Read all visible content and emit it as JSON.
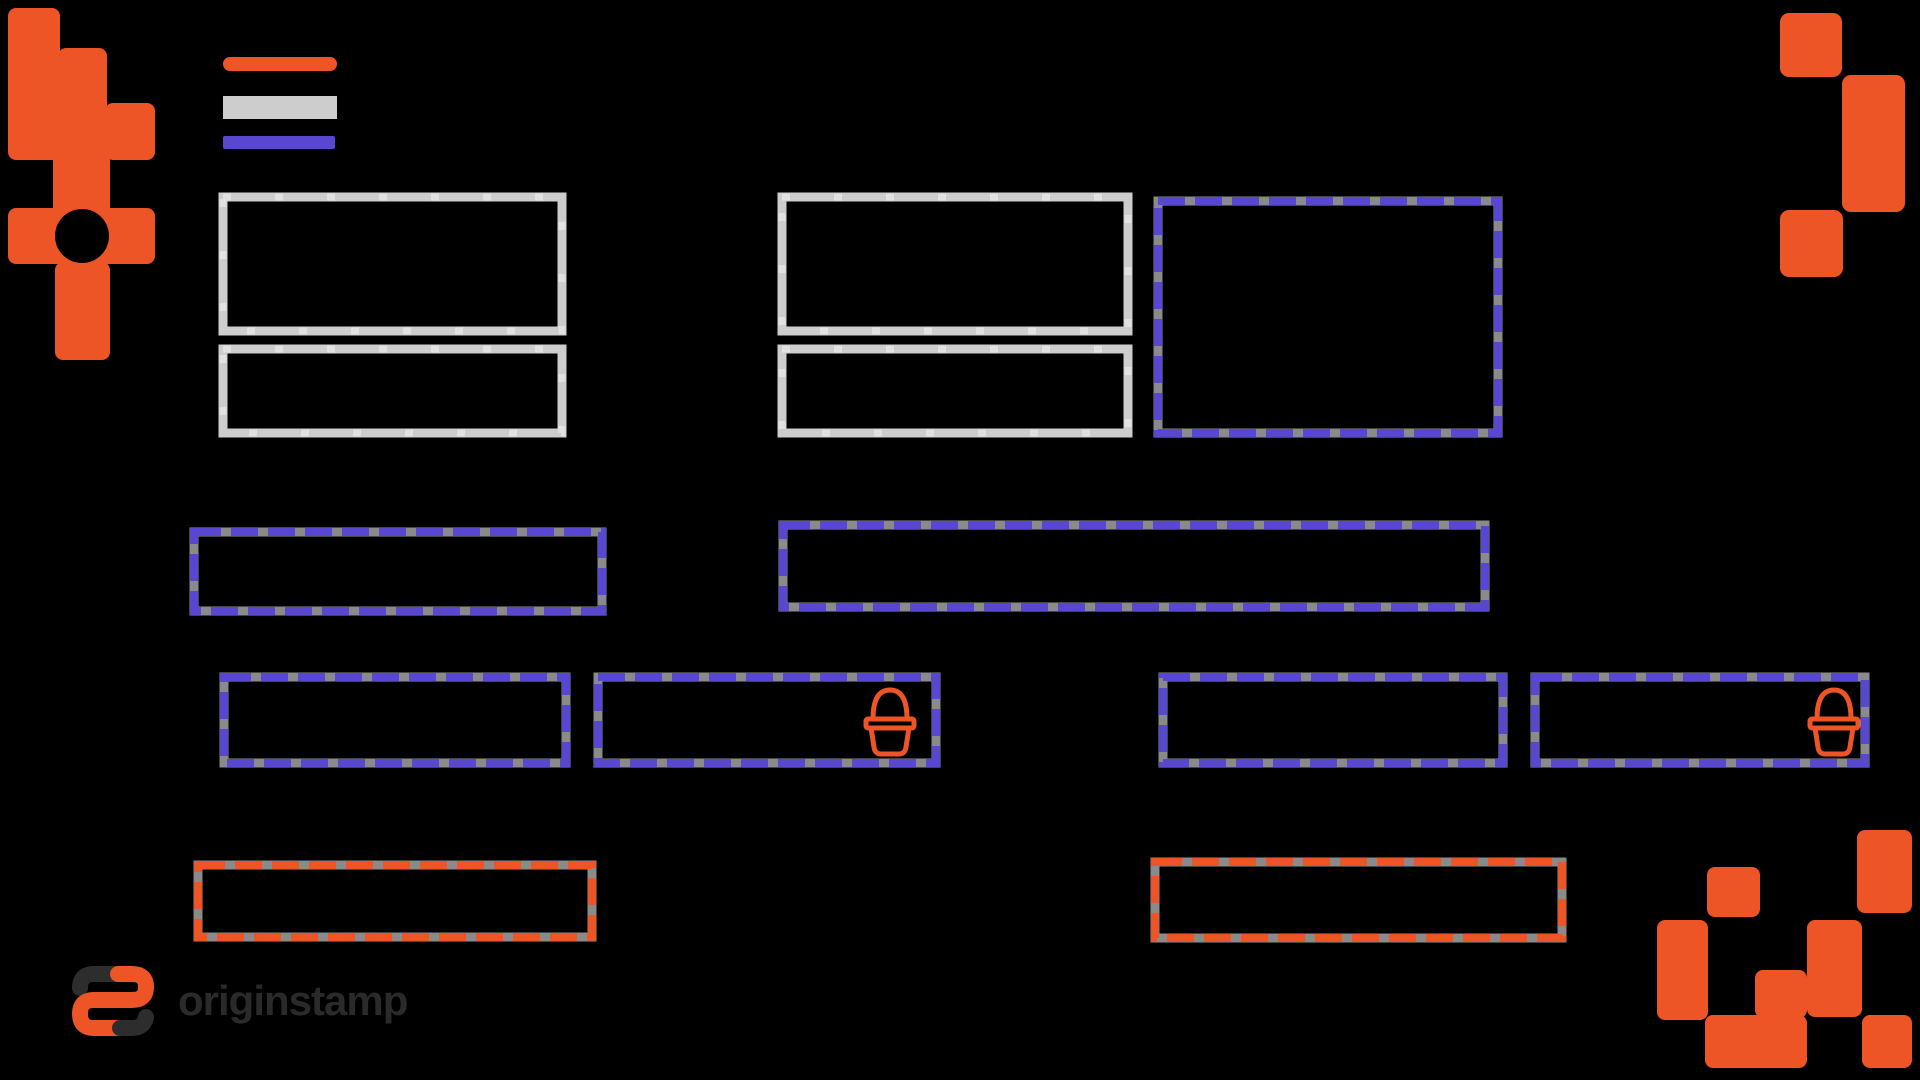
{
  "colors": {
    "background": "#000000",
    "orange": "#ED5426",
    "purple": "#5847D0",
    "gray": "#CDCDCD",
    "gray_dash": "#F2F2F2",
    "halo": "#8A8A8A",
    "logo_dark": "#2D2D2D",
    "logo_text_color": "#2A2A2A"
  },
  "legend": {
    "items": [
      {
        "name": "legend-line-orange",
        "color": "#ED5426"
      },
      {
        "name": "legend-line-gray",
        "color": "#CDCDCD"
      },
      {
        "name": "legend-line-purple",
        "color": "#5847D0"
      }
    ]
  },
  "wireframe": {
    "description": "website wireframe placeholder boxes",
    "boxes": [
      {
        "name": "placeholder-gray-large-left",
        "style": "solid",
        "color": "#CDCDCD"
      },
      {
        "name": "placeholder-gray-small-left",
        "style": "solid",
        "color": "#CDCDCD"
      },
      {
        "name": "placeholder-gray-large-middle",
        "style": "solid",
        "color": "#CDCDCD"
      },
      {
        "name": "placeholder-gray-small-middle",
        "style": "solid",
        "color": "#CDCDCD"
      },
      {
        "name": "placeholder-purple-large",
        "style": "dashed",
        "color": "#5847D0"
      },
      {
        "name": "field-purple-small",
        "style": "dashed",
        "color": "#5847D0"
      },
      {
        "name": "field-purple-wide",
        "style": "dashed",
        "color": "#5847D0"
      },
      {
        "name": "input-field-left-1",
        "style": "dashed",
        "color": "#5847D0"
      },
      {
        "name": "input-field-left-password",
        "style": "dashed",
        "color": "#5847D0",
        "icon": "lock-icon"
      },
      {
        "name": "input-field-right-1",
        "style": "dashed",
        "color": "#5847D0"
      },
      {
        "name": "input-field-right-password",
        "style": "dashed",
        "color": "#5847D0",
        "icon": "lock-icon"
      },
      {
        "name": "button-left",
        "style": "dashed",
        "color": "#ED5426"
      },
      {
        "name": "button-right",
        "style": "dashed",
        "color": "#ED5426"
      }
    ]
  },
  "decorations": [
    {
      "name": "pixel-decoration-top-left"
    },
    {
      "name": "pixel-decoration-top-right"
    },
    {
      "name": "pixel-decoration-bottom-right"
    }
  ],
  "logo": {
    "text": "originstamp"
  }
}
